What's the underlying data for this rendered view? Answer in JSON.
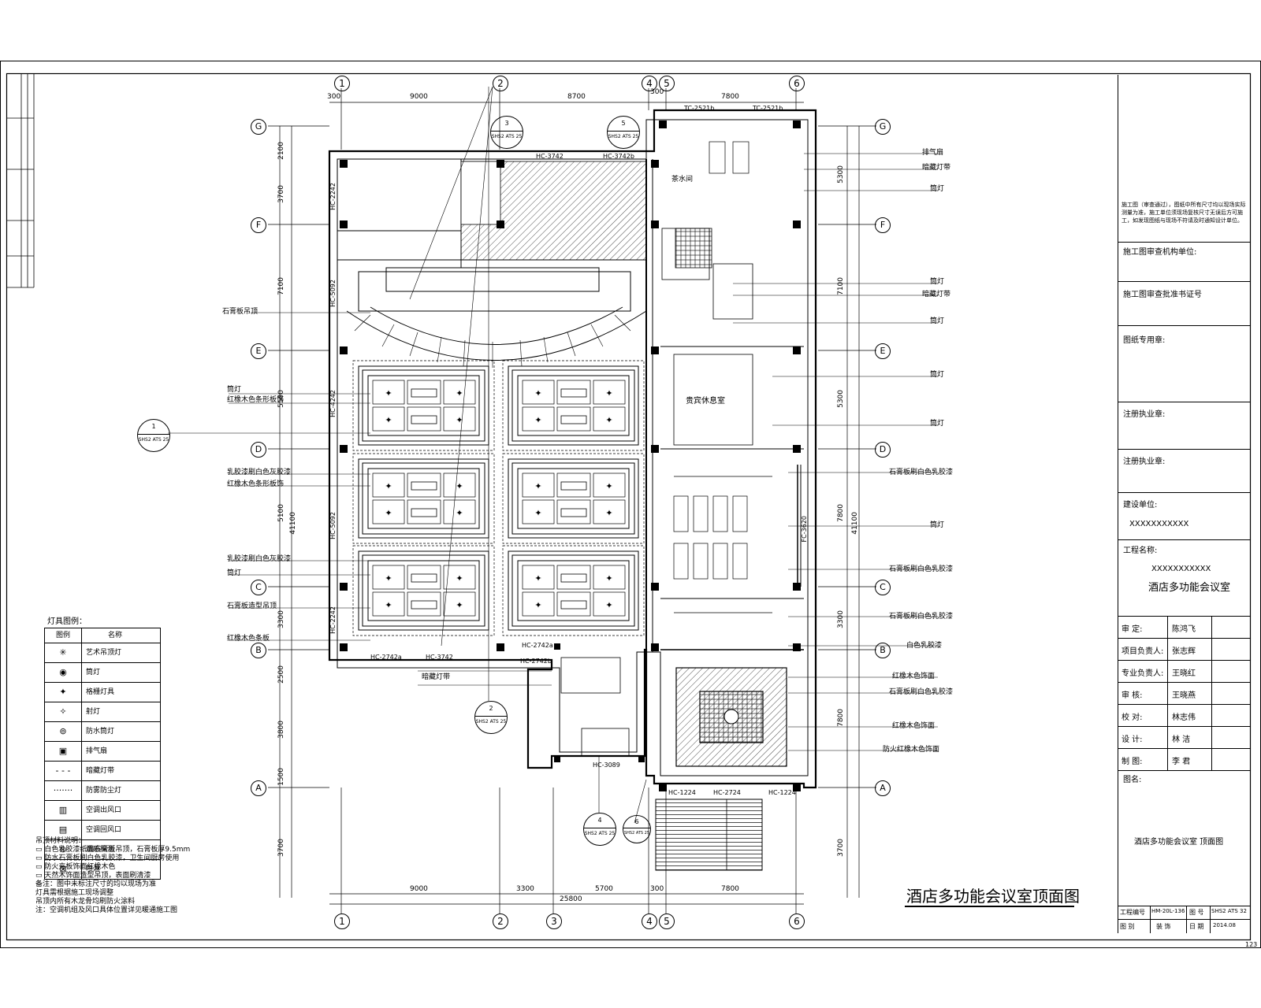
{
  "title_block": {
    "approval_note": "施工图（审查通过），图纸中所有尺寸均以现场实际测量为准，施工单位须现场复核尺寸无误后方可施工，如发现图纸与现场不符请及时通知设计单位。",
    "review_unit_label": "施工图审查机构单位:",
    "review_cert_label": "施工图审查批准书证号",
    "seal_label": "图纸专用章:",
    "reg_arch_label": "注册执业章:",
    "reg_eng_label": "注册执业章:",
    "design_unit_label": "建设单位:",
    "design_unit_value": "XXXXXXXXXXX",
    "project_label": "工程名称:",
    "project_value": "XXXXXXXXXXX",
    "project_name": "酒店多功能会议室",
    "staff": [
      {
        "role": "审    定:",
        "name": "陈鸿飞"
      },
      {
        "role": "项目负责人:",
        "name": "张志辉"
      },
      {
        "role": "专业负责人:",
        "name": "王晓红"
      },
      {
        "role": "审    核:",
        "name": "王晓燕"
      },
      {
        "role": "校    对:",
        "name": "林志伟"
      },
      {
        "role": "设    计:",
        "name": "林  洁"
      },
      {
        "role": "制    图:",
        "name": "李  君"
      }
    ],
    "drawing_name_label": "图名:",
    "drawing_name_value": "酒店多功能会议室 顶面图",
    "project_no_label": "工程编号",
    "project_no_value": "HM-20L-136",
    "sheet_label": "图 号",
    "sheet_value": "SHS2 ATS 32",
    "type_label": "图 别",
    "type_value": "装 饰",
    "date_label": "日 期",
    "date_value": "2014.08",
    "page_mark": "123"
  },
  "drawing_title": "酒店多功能会议室顶面图",
  "grid": {
    "top_axes": [
      "1",
      "2",
      "4",
      "5",
      "6"
    ],
    "bottom_axes": [
      "1",
      "2",
      "3",
      "4",
      "5",
      "6"
    ],
    "left_axes": [
      "G",
      "F",
      "E",
      "D",
      "C",
      "B",
      "A"
    ],
    "right_axes": [
      "G",
      "F",
      "E",
      "D",
      "C",
      "B",
      "A"
    ],
    "top_dims": [
      "300",
      "9000",
      "8700",
      "300",
      "7800"
    ],
    "bottom_dims": [
      "9000",
      "3300",
      "5700",
      "300",
      "7800"
    ],
    "bottom_total": "25800",
    "left_dims": [
      "2100",
      "3700",
      "7100",
      "5500",
      "5100",
      "3300",
      "2500",
      "3800",
      "1500",
      "3700"
    ],
    "left_total": "41100",
    "right_dims": [
      "5300",
      "7100",
      "5300",
      "7800",
      "3300",
      "7800",
      "3700"
    ],
    "right_total": "41100"
  },
  "window_tags": [
    "TC-2521b",
    "TC-2521b",
    "HC-3742",
    "HC-3742b",
    "HC-2742a",
    "HC-3742",
    "HC-2742b",
    "HC-2742a",
    "HC-3089",
    "HC-1224",
    "HC-2724",
    "HC-1224",
    "HC-2242",
    "HC-5092",
    "HC-4242",
    "HC-5092",
    "HC-2242",
    "FC-3620"
  ],
  "room_labels": [
    "茶水间",
    "贵宾休息室"
  ],
  "left_annotations": [
    "石膏板吊顶",
    "筒灯",
    "红橡木色条形板饰",
    "乳胶漆刷白色灰胶漆",
    "红橡木色条形板饰",
    "乳胶漆刷白色灰胶漆",
    "筒灯",
    "石膏板造型吊顶",
    "红橡木色条板",
    "暗藏灯带"
  ],
  "right_annotations": [
    "排气扇",
    "暗藏灯带",
    "筒灯",
    "筒灯",
    "暗藏灯带",
    "筒灯",
    "筒灯",
    "筒灯",
    "石膏板刷白色乳胶漆",
    "筒灯",
    "石膏板刷白色乳胶漆",
    "石膏板刷白色乳胶漆",
    "白色乳胶漆",
    "红橡木色饰面",
    "石膏板刷白色乳胶漆",
    "红橡木色饰面",
    "防火红橡木色饰面"
  ],
  "callouts": [
    {
      "num": "3",
      "ref": "SHS2 ATS 25"
    },
    {
      "num": "5",
      "ref": "SHS2 ATS 25"
    },
    {
      "num": "1",
      "ref": "SHS2 ATS 25"
    },
    {
      "num": "2",
      "ref": "SHS2 ATS 25"
    },
    {
      "num": "4",
      "ref": "SHS2 ATS 25"
    },
    {
      "num": "6",
      "ref": "SHS2 ATS 25"
    }
  ],
  "legend": {
    "title": "灯具图例：",
    "header_symbol": "图例",
    "header_name": "名称",
    "items": [
      {
        "symbol": "✳",
        "name": "艺术吊顶灯"
      },
      {
        "symbol": "◉",
        "name": "筒灯"
      },
      {
        "symbol": "✦",
        "name": "格栅灯具"
      },
      {
        "symbol": "✧",
        "name": "射灯"
      },
      {
        "symbol": "⊚",
        "name": "防水筒灯"
      },
      {
        "symbol": "▣",
        "name": "排气扇"
      },
      {
        "symbol": "- - -",
        "name": "暗藏灯带"
      },
      {
        "symbol": "·······",
        "name": "防雾防尘灯"
      },
      {
        "symbol": "▥",
        "name": "空调出风口"
      },
      {
        "symbol": "▤",
        "name": "空调回风口"
      },
      {
        "symbol": "⊛",
        "name": "烟感探测"
      },
      {
        "symbol": "⊠",
        "name": "喷淋"
      }
    ]
  },
  "notes": {
    "title": "吊顶材料说明：",
    "items": [
      "白色乳胶漆纸面石膏板吊顶，石膏板厚9.5mm",
      "防水石膏板刷白色乳胶漆，卫生间厨房使用",
      "防火夹板饰面红橡木色",
      "天然木饰面造型吊顶，表面刷清漆"
    ],
    "remarks": [
      "备注：图中未标注尺寸的均以现场为准",
      "    灯具需根据施工现场调整",
      "    吊顶内所有木龙骨均刷防火涂料",
      "注：空调机组及风口具体位置详见暖通施工图"
    ]
  }
}
